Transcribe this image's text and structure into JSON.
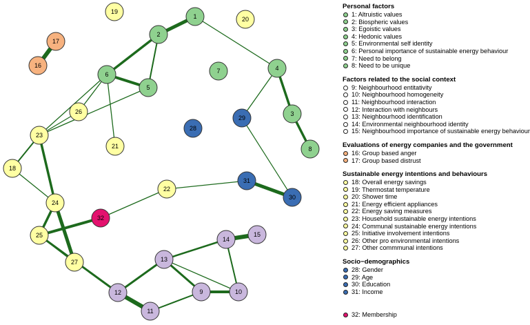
{
  "colors": {
    "personal": "#8fd18f",
    "social": "#ffffa3",
    "evaluation": "#f7b27f",
    "intention": "#ffffa3",
    "intention_purple": "#c9b7dd",
    "demographic": "#3a6db3",
    "membership": "#e3126e",
    "edge": "#1d6a1d"
  },
  "nodes": [
    {
      "id": "1",
      "group": "personal"
    },
    {
      "id": "2",
      "group": "personal"
    },
    {
      "id": "3",
      "group": "personal"
    },
    {
      "id": "4",
      "group": "personal"
    },
    {
      "id": "5",
      "group": "personal"
    },
    {
      "id": "6",
      "group": "personal"
    },
    {
      "id": "7",
      "group": "personal"
    },
    {
      "id": "8",
      "group": "personal"
    },
    {
      "id": "9",
      "group": "intention_purple"
    },
    {
      "id": "10",
      "group": "intention_purple"
    },
    {
      "id": "11",
      "group": "intention_purple"
    },
    {
      "id": "12",
      "group": "intention_purple"
    },
    {
      "id": "13",
      "group": "intention_purple"
    },
    {
      "id": "14",
      "group": "intention_purple"
    },
    {
      "id": "15",
      "group": "intention_purple"
    },
    {
      "id": "16",
      "group": "evaluation"
    },
    {
      "id": "17",
      "group": "evaluation"
    },
    {
      "id": "18",
      "group": "intention"
    },
    {
      "id": "19",
      "group": "intention"
    },
    {
      "id": "20",
      "group": "intention"
    },
    {
      "id": "21",
      "group": "intention"
    },
    {
      "id": "22",
      "group": "intention"
    },
    {
      "id": "23",
      "group": "intention"
    },
    {
      "id": "24",
      "group": "intention"
    },
    {
      "id": "25",
      "group": "intention"
    },
    {
      "id": "26",
      "group": "intention"
    },
    {
      "id": "27",
      "group": "intention"
    },
    {
      "id": "28",
      "group": "demographic"
    },
    {
      "id": "29",
      "group": "demographic"
    },
    {
      "id": "30",
      "group": "demographic"
    },
    {
      "id": "31",
      "group": "demographic"
    },
    {
      "id": "32",
      "group": "membership"
    }
  ],
  "edges": [
    {
      "a": "1",
      "b": "2",
      "w": 5
    },
    {
      "a": "1",
      "b": "4",
      "w": 1.3
    },
    {
      "a": "2",
      "b": "6",
      "w": 3.5
    },
    {
      "a": "2",
      "b": "5",
      "w": 2
    },
    {
      "a": "6",
      "b": "5",
      "w": 4
    },
    {
      "a": "6",
      "b": "26",
      "w": 1.3
    },
    {
      "a": "6",
      "b": "23",
      "w": 1.3
    },
    {
      "a": "6",
      "b": "21",
      "w": 1.3
    },
    {
      "a": "5",
      "b": "23",
      "w": 1.3
    },
    {
      "a": "4",
      "b": "3",
      "w": 3.5
    },
    {
      "a": "4",
      "b": "29",
      "w": 1.3
    },
    {
      "a": "3",
      "b": "8",
      "w": 3.5
    },
    {
      "a": "29",
      "b": "30",
      "w": 1.2
    },
    {
      "a": "16",
      "b": "17",
      "w": 6
    },
    {
      "a": "26",
      "b": "23",
      "w": 1.3
    },
    {
      "a": "23",
      "b": "18",
      "w": 2
    },
    {
      "a": "23",
      "b": "24",
      "w": 3.5
    },
    {
      "a": "18",
      "b": "24",
      "w": 1.3
    },
    {
      "a": "24",
      "b": "25",
      "w": 3.5
    },
    {
      "a": "24",
      "b": "27",
      "w": 5
    },
    {
      "a": "25",
      "b": "32",
      "w": 4
    },
    {
      "a": "25",
      "b": "27",
      "w": 2
    },
    {
      "a": "25",
      "b": "12",
      "w": 3
    },
    {
      "a": "32",
      "b": "22",
      "w": 1.3
    },
    {
      "a": "22",
      "b": "31",
      "w": 1.3
    },
    {
      "a": "31",
      "b": "30",
      "w": 5
    },
    {
      "a": "12",
      "b": "11",
      "w": 6
    },
    {
      "a": "12",
      "b": "13",
      "w": 3
    },
    {
      "a": "13",
      "b": "9",
      "w": 3
    },
    {
      "a": "13",
      "b": "14",
      "w": 2.5
    },
    {
      "a": "13",
      "b": "10",
      "w": 1.3
    },
    {
      "a": "14",
      "b": "15",
      "w": 6
    },
    {
      "a": "14",
      "b": "10",
      "w": 2
    },
    {
      "a": "9",
      "b": "10",
      "w": 4
    },
    {
      "a": "9",
      "b": "11",
      "w": 2
    }
  ],
  "legend": [
    {
      "title": "Personal factors",
      "color": "#8fd18f",
      "items": [
        "1: Altruistic values",
        "2: Biospheric values",
        "3: Egoistic values",
        "4: Hedonic values",
        "5: Environmental self identity",
        "6: Personal importance of sustainable energy behaviour",
        "7: Need to belong",
        "8: Need to be unique"
      ]
    },
    {
      "title": "Factors related to the social context",
      "color": "#ffffff",
      "items": [
        "9: Neighbourhood entitativity",
        "10: Neighbourhood homogeneity",
        "11: Neighbourhood interaction",
        "12: Interaction with neighbours",
        "13: Neighbourhood identification",
        "14: Environmental neighbourhood identity",
        "15: Neighbourhood importance of sustainable energy behaviour"
      ]
    },
    {
      "title": "Evaluations of energy companies and the government",
      "color": "#f7b27f",
      "items": [
        "16: Group based anger",
        "17: Group based distrust"
      ]
    },
    {
      "title": "Sustainable energy intentions and behaviours",
      "color": "#ffffa3",
      "items": [
        "18: Overall energy savings",
        "19: Thermostat temperature",
        "20: Shower time",
        "21: Energy efficient appliances",
        "22: Energy saving measures",
        "23: Household sustainable energy intentions",
        "24: Communal sustainable energy intentions",
        "25: Initiative involvement intentions",
        "26: Other pro environmental intentions",
        "27: Other commmunal intentions"
      ]
    },
    {
      "title": "Socio−demographics",
      "color": "#3a6db3",
      "items": [
        "28: Gender",
        "29: Age",
        "30: Education",
        "31: Income"
      ]
    },
    {
      "title": "",
      "color": "#e3126e",
      "items": [
        "32: Membership"
      ]
    }
  ]
}
